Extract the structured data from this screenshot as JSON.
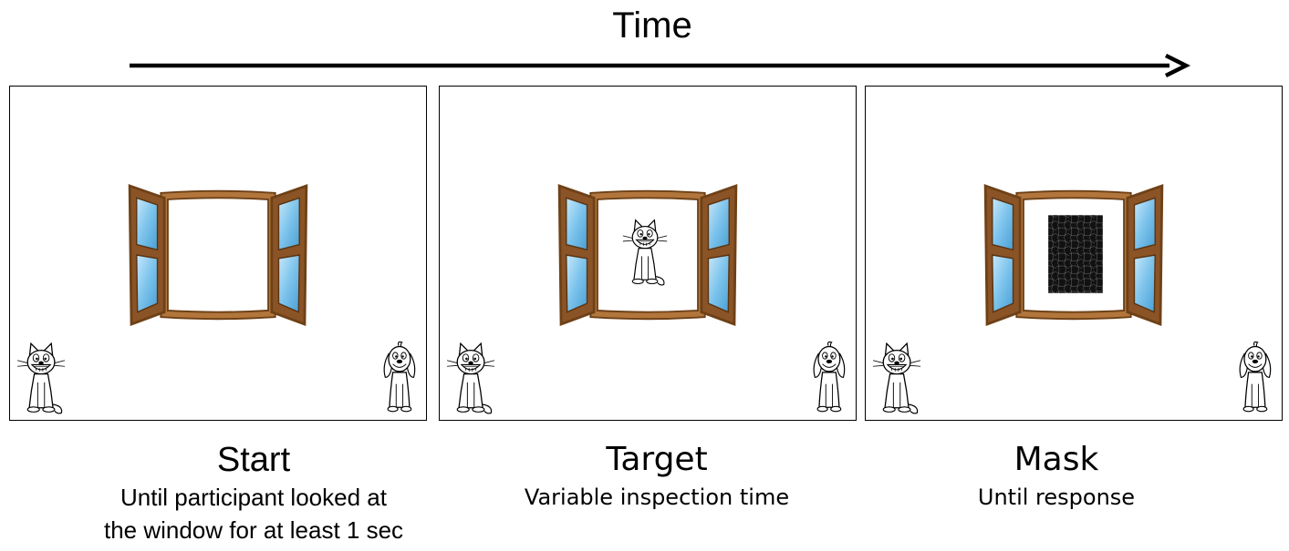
{
  "time_axis": {
    "label": "Time"
  },
  "panels": [
    {
      "id": "start",
      "heading": "Start",
      "description_lines": [
        "Until participant looked at",
        "the window for at least 1 sec"
      ],
      "window_content": "empty"
    },
    {
      "id": "target",
      "heading": "Target",
      "description_lines": [
        "Variable inspection time"
      ],
      "window_content": "cat"
    },
    {
      "id": "mask",
      "heading": "Mask",
      "description_lines": [
        "Until response"
      ],
      "window_content": "noise-mask"
    }
  ],
  "icons": {
    "window": "open-window-icon",
    "cat": "cat-icon",
    "dog": "dog-icon",
    "mask": "noise-mask"
  },
  "colors": {
    "frame_wood": "#a86a32",
    "frame_wood_dark": "#6e4117",
    "glass": "#7cc3ec",
    "glass_light": "#c8e8fa",
    "mask": "#111111"
  }
}
